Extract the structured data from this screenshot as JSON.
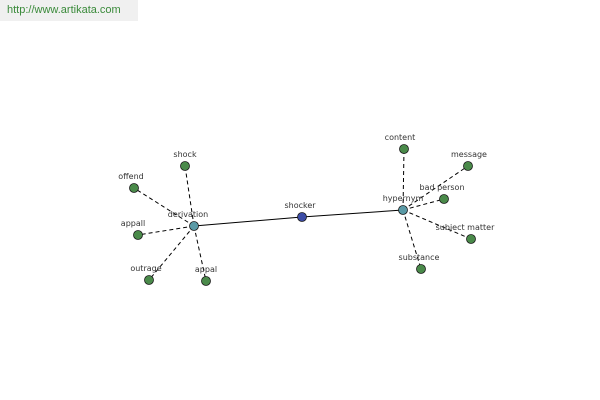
{
  "header": {
    "url_text": "http://www.artikata.com"
  },
  "colors": {
    "leaf_node": "#4a8a4a",
    "relation_node": "#5a9aa6",
    "center_node": "#3c4ca6",
    "edge": "#000000",
    "url_text": "#3a8a3a"
  },
  "graph": {
    "center": {
      "id": "shocker",
      "label": "shocker"
    },
    "relations": [
      {
        "id": "derivation",
        "label": "derivation",
        "leaves": [
          "shock",
          "offend",
          "appall",
          "outrage",
          "appal"
        ]
      },
      {
        "id": "hypernym",
        "label": "hypernym",
        "leaves": [
          "content",
          "message",
          "bad person",
          "subject matter",
          "substance"
        ]
      }
    ]
  }
}
